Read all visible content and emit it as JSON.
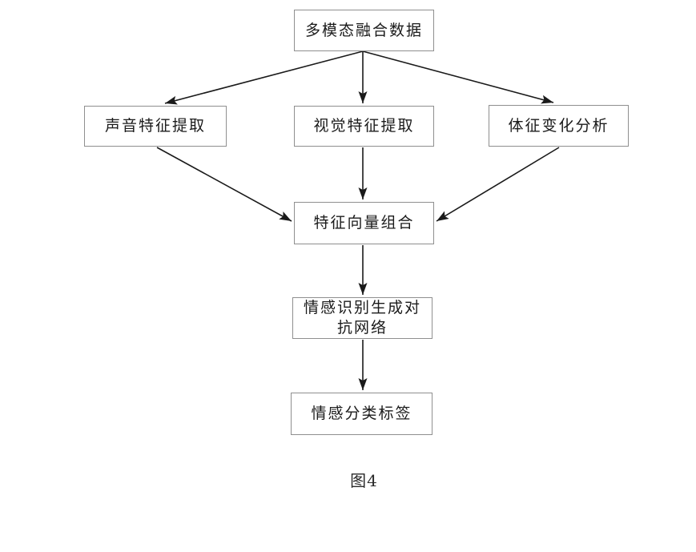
{
  "diagram": {
    "type": "flowchart",
    "caption": "图4",
    "nodes": {
      "multimodal_data": {
        "label": "多模态融合数据"
      },
      "audio": {
        "label": "声音特征提取"
      },
      "visual": {
        "label": "视觉特征提取"
      },
      "physio": {
        "label": "体征变化分析"
      },
      "combine": {
        "label": "特征向量组合"
      },
      "gan": {
        "label": "情感识别生成对\n抗网络"
      },
      "output": {
        "label": "情感分类标签"
      }
    },
    "edges": [
      {
        "from": "multimodal_data",
        "to": "audio"
      },
      {
        "from": "multimodal_data",
        "to": "visual"
      },
      {
        "from": "multimodal_data",
        "to": "physio"
      },
      {
        "from": "audio",
        "to": "combine"
      },
      {
        "from": "visual",
        "to": "combine"
      },
      {
        "from": "physio",
        "to": "combine"
      },
      {
        "from": "combine",
        "to": "gan"
      },
      {
        "from": "gan",
        "to": "output"
      }
    ],
    "colors": {
      "background": "#ffffff",
      "box_border": "#8f8f8f",
      "text": "#1b1b1b",
      "arrow": "#1a1a1a"
    }
  }
}
